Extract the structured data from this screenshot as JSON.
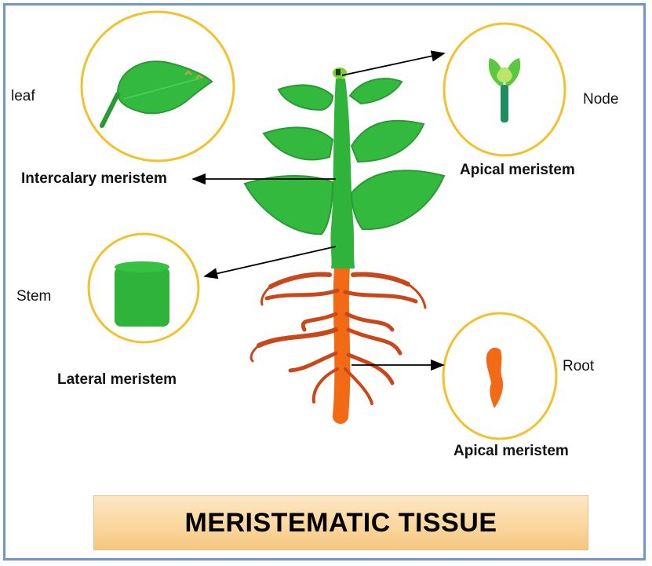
{
  "labels": {
    "leaf": "leaf",
    "node": "Node",
    "stem": "Stem",
    "root": "Root",
    "intercalary": "Intercalary  meristem",
    "apical_top": "Apical meristem",
    "lateral": "Lateral  meristem",
    "apical_bottom": "Apical meristem"
  },
  "title": "MERISTEMATIC TISSUE",
  "colors": {
    "frame": "#6f97cf",
    "circle_border": "#f2c12e",
    "leaf_green": "#34b93f",
    "stem_green": "#2fb33a",
    "root_orange": "#f26a16",
    "root_dark": "#b5391a",
    "title_bg": "#fbd79f"
  }
}
